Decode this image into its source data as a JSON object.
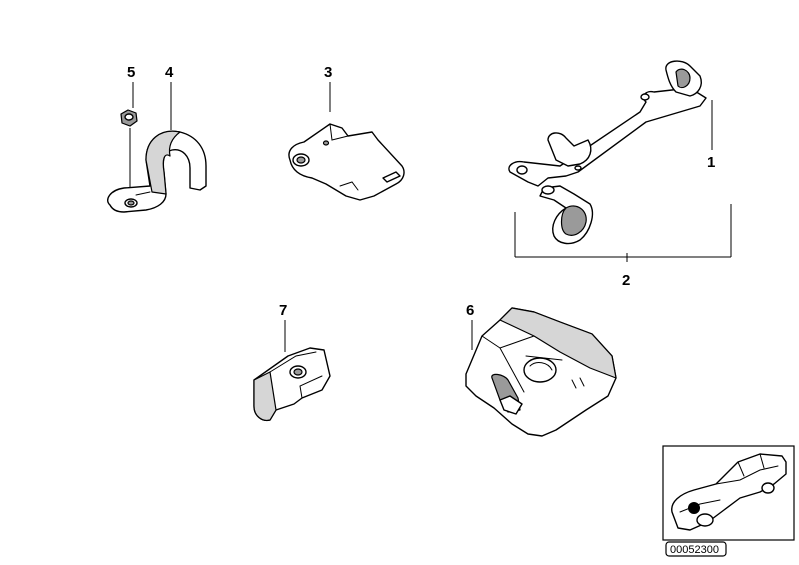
{
  "callouts": {
    "p1": "1",
    "p2": "2",
    "p3": "3",
    "p4": "4",
    "p5": "5",
    "p6": "6",
    "p7": "7"
  },
  "reference": {
    "image_number": "00052300"
  }
}
